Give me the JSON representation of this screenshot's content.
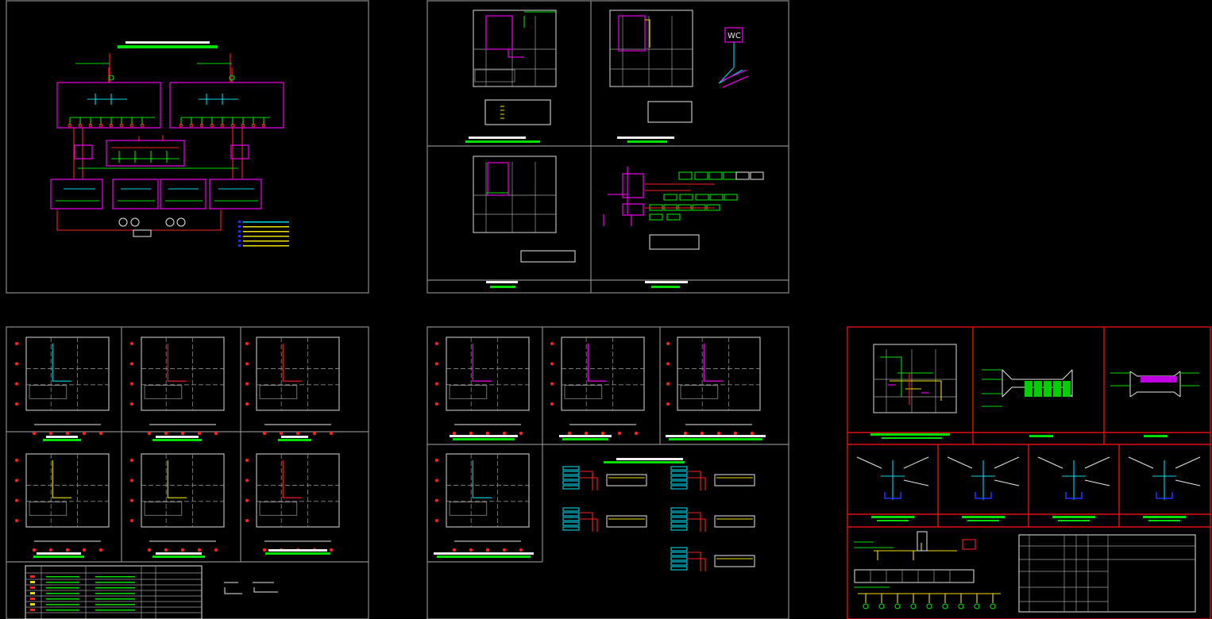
{
  "canvas": {
    "background": "#000000",
    "frame_color": "#8a8a8a",
    "accent_colors": {
      "title_bar": "#00e000",
      "magenta": "#e000e0",
      "red": "#ff2020",
      "cyan": "#00d8e8",
      "yellow": "#f0e000",
      "blue": "#2030ff",
      "highlight_frame": "#e01010"
    }
  },
  "sheets": [
    {
      "id": "single-line-diagram",
      "region": "top-left"
    },
    {
      "id": "floor-plans-4-up",
      "region": "top-middle",
      "symbol_label": "WC"
    },
    {
      "id": "floor-plans-6-up",
      "region": "bottom-left"
    },
    {
      "id": "floor-plans-4-up-schedules",
      "region": "bottom-middle"
    },
    {
      "id": "details-sheet",
      "region": "bottom-right",
      "frame_color": "#e01010"
    }
  ],
  "labels": {
    "wc_symbol": "WC"
  }
}
